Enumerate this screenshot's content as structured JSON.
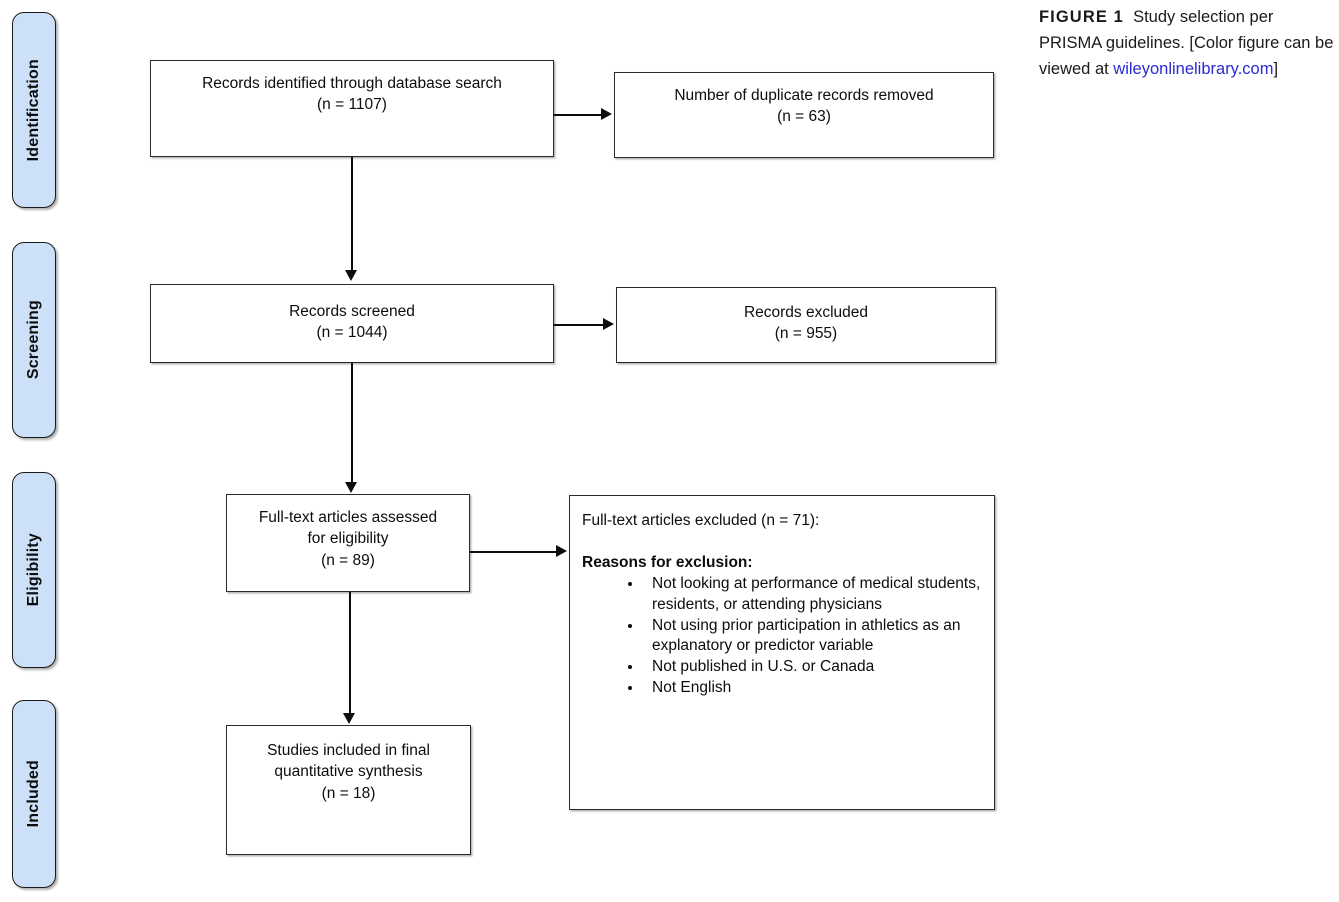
{
  "figure": {
    "caption_label": "FIGURE 1",
    "caption_text": "Study selection per PRISMA guidelines. [Color figure can be viewed at ",
    "caption_link": "wileyonlinelibrary.com",
    "caption_tail": "]",
    "link_color": "#2a29d6"
  },
  "stages": [
    {
      "label": "Identification"
    },
    {
      "label": "Screening"
    },
    {
      "label": "Eligibility"
    },
    {
      "label": "Included"
    }
  ],
  "boxes": {
    "identified": {
      "line1": "Records identified through database search",
      "line2": "(n =  1107)"
    },
    "duplicates": {
      "line1": "Number of duplicate records removed",
      "line2": "(n = 63)"
    },
    "screened": {
      "line1": "Records screened",
      "line2": "(n = 1044)"
    },
    "records_excluded": {
      "line1": "Records excluded",
      "line2": "(n = 955)"
    },
    "fulltext_assessed": {
      "line1": "Full-text articles assessed",
      "line2": "for eligibility",
      "line3": "(n = 89)"
    },
    "included": {
      "line1": "Studies included in final",
      "line2": "quantitative synthesis",
      "line3": "(n = 18)"
    },
    "fulltext_excluded": {
      "heading": "Full-text articles excluded (n = 71):",
      "subheading": "Reasons for exclusion:",
      "reasons": [
        "Not looking at performance of medical students, residents, or attending physicians",
        "Not using prior participation in athletics as an explanatory or predictor variable",
        "Not published in U.S. or Canada",
        "Not English"
      ]
    }
  },
  "colors": {
    "pill_fill": "#cce1f7",
    "pill_border": "#1a1a1a",
    "box_border": "#2b2b2b",
    "text": "#0d0d0d"
  }
}
